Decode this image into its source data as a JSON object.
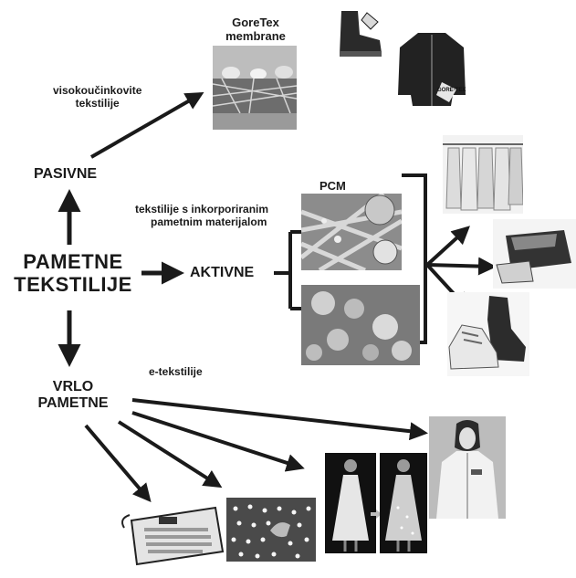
{
  "root": {
    "line1": "PAMETNE",
    "line2": "TEKSTILIJE"
  },
  "pasivne": {
    "label": "PASIVNE",
    "caption_line1": "visokoučinkovite",
    "caption_line2": "tekstilije",
    "membrane_title_line1": "GoreTex",
    "membrane_title_line2": "membrane",
    "badge_text": "GORE-TEX"
  },
  "aktivne": {
    "label": "AKTIVNE",
    "caption_line1": "tekstilije s inkorporiranim",
    "caption_line2": "pametnim materijalom",
    "pcm_label": "PCM"
  },
  "vrlo_pametne": {
    "label_line1": "VRLO",
    "label_line2": "PAMETNE",
    "caption": "e-tekstilije"
  },
  "colors": {
    "ink": "#1a1a1a",
    "background": "#ffffff",
    "photo_dark": "#2a2a2a",
    "photo_mid": "#8a8a8a",
    "photo_light": "#dcdcdc"
  }
}
